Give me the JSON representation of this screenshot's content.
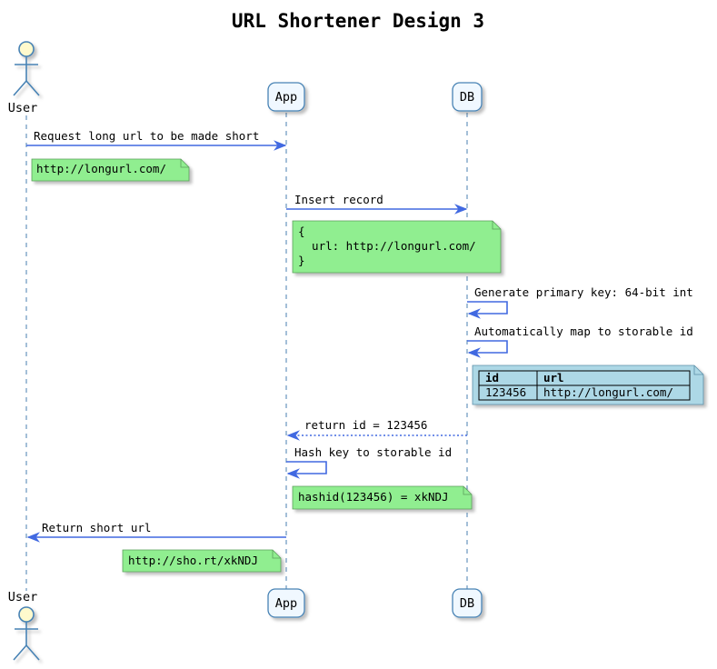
{
  "title": "URL Shortener Design 3",
  "participants": {
    "user": "User",
    "app": "App",
    "db": "DB"
  },
  "messages": {
    "m1": "Request long url to be made short",
    "m2": "Insert record",
    "m3": "Generate primary key: 64-bit int",
    "m4": "Automatically map to storable id",
    "m5": "return id = 123456",
    "m6": "Hash key to storable id",
    "m7": "Return short url"
  },
  "notes": {
    "n1": "http://longurl.com/",
    "n2": [
      "{",
      "  url: http://longurl.com/",
      "}"
    ],
    "n3": {
      "headers": [
        "id",
        "url"
      ],
      "row": [
        "123456",
        "http://longurl.com/"
      ]
    },
    "n4": "hashid(123456) = xkNDJ",
    "n5": "http://sho.rt/xkNDJ"
  },
  "colors": {
    "arrow": "#4169e1",
    "note_green": "#90ee90",
    "note_blue": "#add8e6",
    "participant_fill": "#f0f8ff",
    "participant_stroke": "#4682b4",
    "actor_head": "#fffacd"
  }
}
